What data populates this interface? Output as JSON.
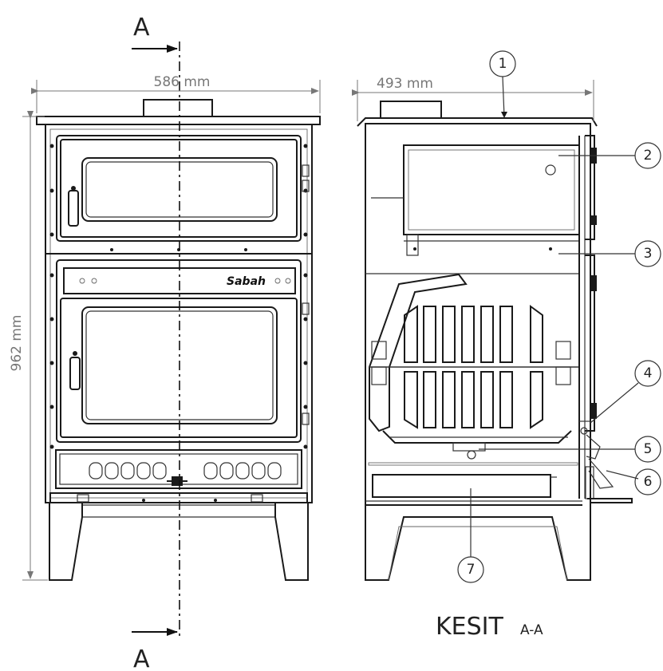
{
  "section_marker": "A",
  "dimensions": {
    "front_width": "586 mm",
    "side_depth": "493 mm",
    "height": "962 mm"
  },
  "brand": "Sabah",
  "section_title": "KESIT",
  "section_suffix": "A-A",
  "callouts": [
    "1",
    "2",
    "3",
    "4",
    "5",
    "6",
    "7"
  ]
}
